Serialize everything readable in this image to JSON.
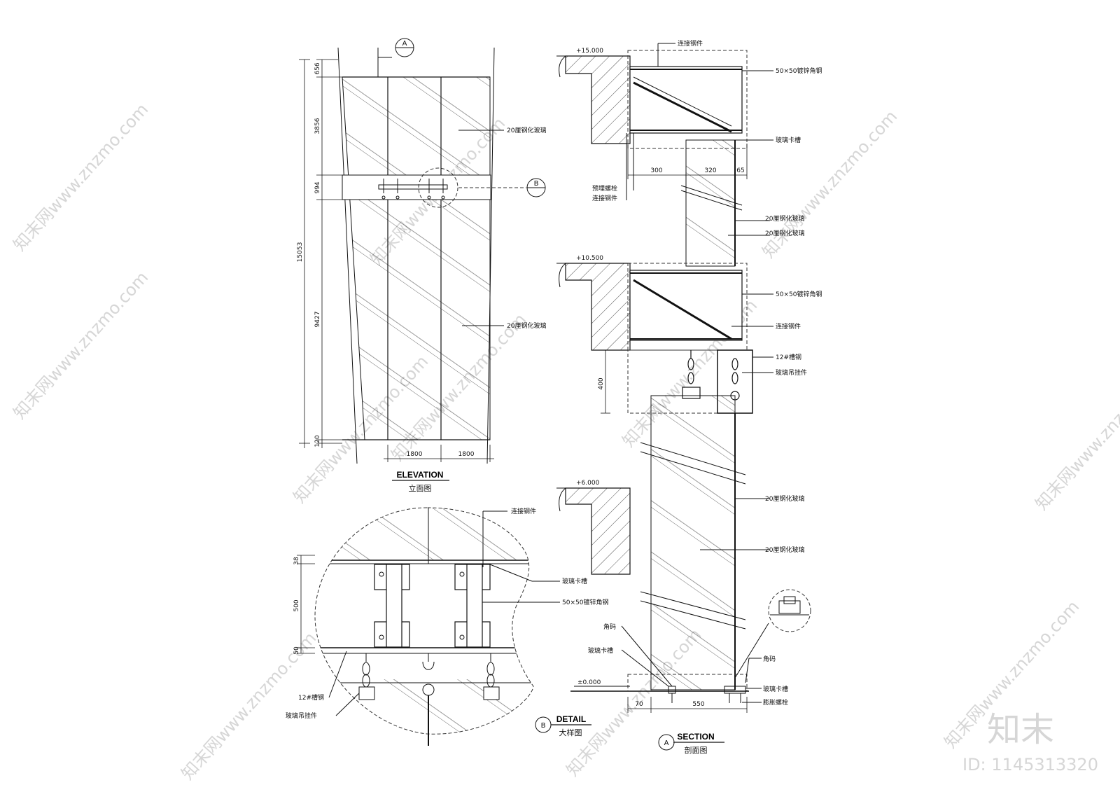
{
  "elevation": {
    "title": "ELEVATION",
    "subtitle": "立面图",
    "dims_vertical": [
      "656",
      "3856",
      "994",
      "9427",
      "120"
    ],
    "dim_total": "15053",
    "dims_horizontal": [
      "1800",
      "1800"
    ],
    "callout_a": "A",
    "callout_b": "B",
    "label_glass_top": "20厘钢化玻璃",
    "label_glass_bottom": "20厘钢化玻璃"
  },
  "section": {
    "title": "SECTION",
    "subtitle": "剖面图",
    "marker": "A",
    "levels": [
      "+15.000",
      "+10.500",
      "+6.000",
      "±0.000"
    ],
    "dims": [
      "300",
      "320",
      "65",
      "400",
      "70",
      "550"
    ],
    "labels": {
      "connect_top": "连接钢件",
      "angle_top": "50×50镀锌角钢",
      "glass_slot_top": "玻璃卡槽",
      "embedded_bolt": "预埋螺栓",
      "connect_mid": "连接钢件",
      "glass_1": "20厘钢化玻璃",
      "glass_2": "20厘钢化玻璃",
      "angle_mid": "50×50镀锌角钢",
      "connect_mid2": "连接钢件",
      "channel": "12#槽钢",
      "hanger": "玻璃吊挂件",
      "glass_3": "20厘钢化玻璃",
      "glass_4": "20厘钢化玻璃",
      "corner_left": "角码",
      "slot_left": "玻璃卡槽",
      "corner_right": "角码",
      "slot_right": "玻璃卡槽",
      "expansion_bolt": "膨胀螺栓"
    }
  },
  "detail": {
    "title": "DETAIL",
    "subtitle": "大样图",
    "marker": "B",
    "dims": [
      "38",
      "500",
      "50"
    ],
    "labels": {
      "connect": "连接钢件",
      "slot": "玻璃卡槽",
      "angle": "50×50镀锌角钢",
      "channel": "12#槽钢",
      "hanger": "玻璃吊挂件"
    }
  },
  "watermark": {
    "logo": "知末",
    "id": "ID: 1145313320",
    "repeat": "知末网www.znzmo.com"
  }
}
